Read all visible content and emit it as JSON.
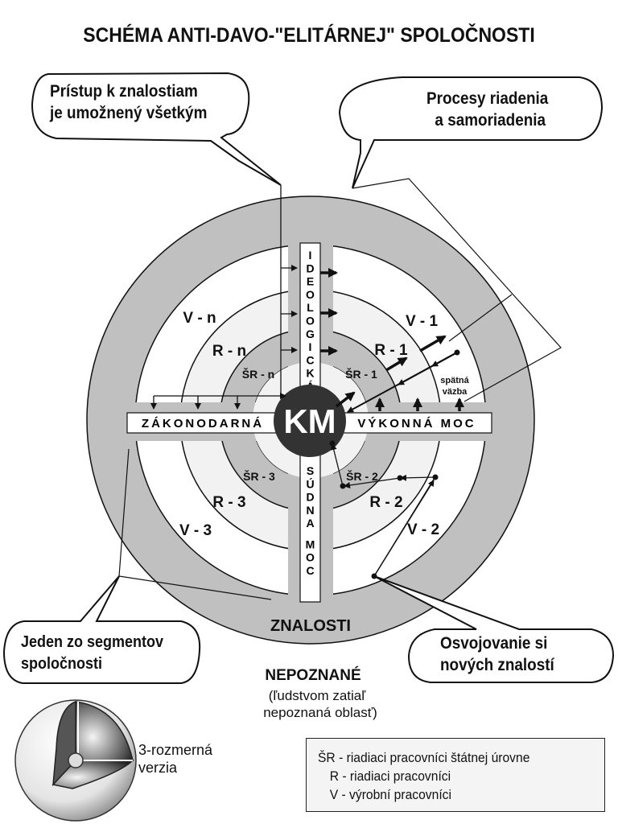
{
  "title": "SCHÉMA ANTI-DAVO-\"ELITÁRNEJ\" SPOLOČNOSTI",
  "center": {
    "label": "KM"
  },
  "bars": {
    "top": "IDEOLOGICKÁ",
    "left": "ZÁKONODARNÁ",
    "right": "VÝKONNÁ MOC",
    "bottom": "SÚDNA MOC"
  },
  "rings": {
    "outer_band_label": "ZNALOSTI",
    "outside_label": "NEPOZNANÉ",
    "outside_sublabel_line1": "(ľudstvom zatiaľ",
    "outside_sublabel_line2": "nepoznaná oblasť)"
  },
  "segments": [
    {
      "id": "n",
      "v": "V - n",
      "r": "R - n",
      "sr": "ŠR - n"
    },
    {
      "id": "1",
      "v": "V - 1",
      "r": "R - 1",
      "sr": "ŠR - 1"
    },
    {
      "id": "2",
      "v": "V - 2",
      "r": "R - 2",
      "sr": "ŠR - 2"
    },
    {
      "id": "3",
      "v": "V - 3",
      "r": "R - 3",
      "sr": "ŠR - 3"
    }
  ],
  "feedback_label_line1": "spätná",
  "feedback_label_line2": "väzba",
  "callouts": {
    "top_left": [
      "Prístup k znalostiam",
      "je umožnený všetkým"
    ],
    "top_right": [
      "Procesy riadenia",
      "a samoriadenia"
    ],
    "bottom_left": [
      "Jeden zo segmentov",
      "spoločnosti"
    ],
    "bottom_right": [
      "Osvojovanie si",
      "nových znalostí"
    ]
  },
  "sphere_caption": [
    "3-rozmerná",
    "verzia"
  ],
  "legend": [
    "ŠR - riadiaci pracovníci štátnej úrovne",
    "R - riadiaci pracovníci",
    "V - výrobní pracovníci"
  ],
  "colors": {
    "band_gray": "#c0c0c0",
    "light_ring": "#f2f2f2",
    "center_dark": "#333333",
    "line": "#111111"
  }
}
